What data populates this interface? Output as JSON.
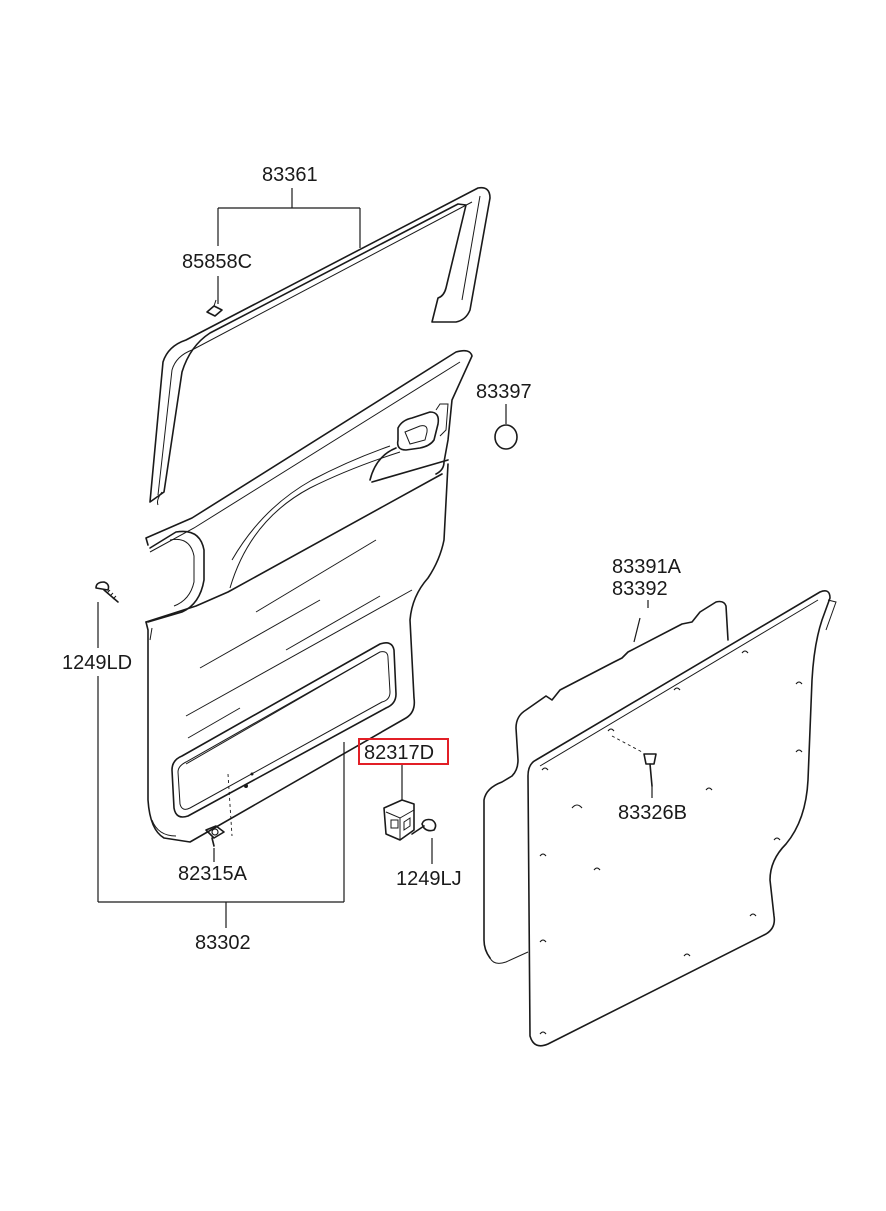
{
  "diagram": {
    "highlight_color": "#e21f26",
    "line_color": "#1a1a1a",
    "labels": {
      "p83361": "83361",
      "p85858c": "85858C",
      "p83397": "83397",
      "p1249ld": "1249LD",
      "p83391a": "83391A",
      "p83392": "83392",
      "p82317d": "82317D",
      "p83326b": "83326B",
      "p82315a": "82315A",
      "p1249lj": "1249LJ",
      "p83302": "83302"
    },
    "highlighted_part": "82317D"
  }
}
